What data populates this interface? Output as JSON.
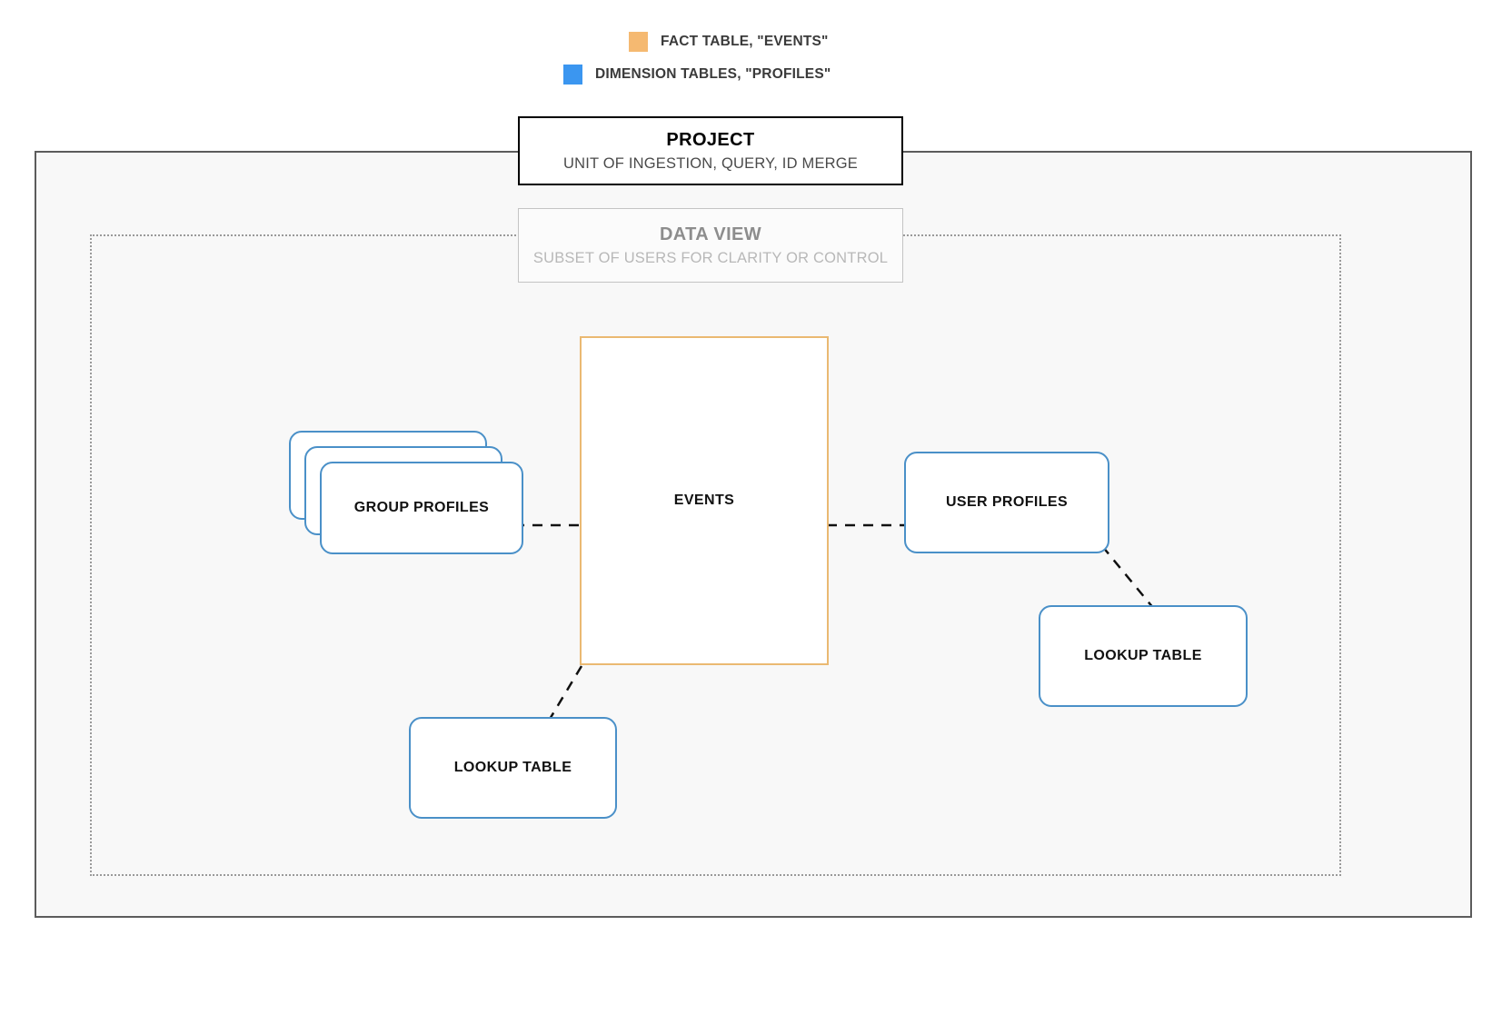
{
  "legend": {
    "items": [
      {
        "label": "FACT TABLE, \"EVENTS\"",
        "color": "#f5b971",
        "icon": "fact-table-swatch"
      },
      {
        "label": "DIMENSION TABLES, \"PROFILES\"",
        "color": "#3b96f0",
        "icon": "dimension-table-swatch"
      }
    ]
  },
  "project": {
    "title": "PROJECT",
    "subtitle": "UNIT OF INGESTION, QUERY, ID MERGE",
    "border_color": "#000000"
  },
  "data_view": {
    "title": "DATA VIEW",
    "subtitle": "SUBSET OF USERS FOR CLARITY OR CONTROL",
    "border_color": "#c4c4c4",
    "text_color": "#9a9a9a"
  },
  "nodes": {
    "events": {
      "label": "EVENTS",
      "type": "fact-table",
      "border_color": "#eab972"
    },
    "group_profiles": {
      "label": "GROUP PROFILES",
      "type": "dimension-table-stack",
      "border_color": "#4a90c8",
      "stack_count": 3
    },
    "user_profiles": {
      "label": "USER PROFILES",
      "type": "dimension-table",
      "border_color": "#4a90c8"
    },
    "lookup_right": {
      "label": "LOOKUP TABLE",
      "type": "dimension-table",
      "border_color": "#4a90c8"
    },
    "lookup_left": {
      "label": "LOOKUP TABLE",
      "type": "dimension-table",
      "border_color": "#4a90c8"
    }
  },
  "connectors": [
    {
      "name": "group-profiles-to-events",
      "from": "group_profiles",
      "to": "events",
      "style": "dashed"
    },
    {
      "name": "events-to-user-profiles",
      "from": "events",
      "to": "user_profiles",
      "style": "dashed"
    },
    {
      "name": "user-profiles-to-lookup-right",
      "from": "user_profiles",
      "to": "lookup_right",
      "style": "dashed"
    },
    {
      "name": "events-to-lookup-left",
      "from": "events",
      "to": "lookup_left",
      "style": "dashed"
    }
  ],
  "canvas": {
    "background": "#ffffff",
    "container_fill": "#f8f8f8",
    "container_border": "#5c5c5c",
    "dotted_border": "#9a9a9a"
  }
}
